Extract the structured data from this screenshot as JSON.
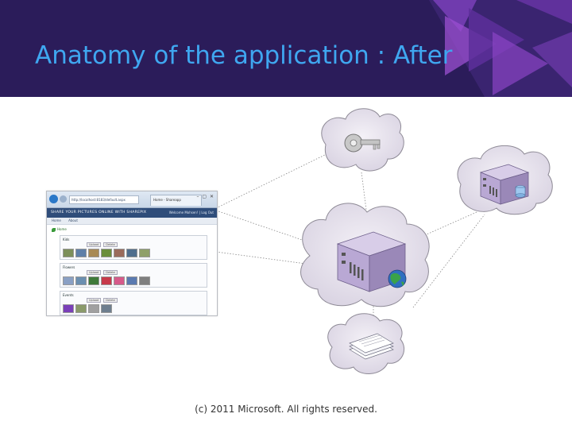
{
  "slide": {
    "title": "Anatomy of the application : After",
    "footer": "(c) 2011 Microsoft. All rights reserved."
  },
  "colors": {
    "header_bg": "#2b1c5a",
    "title": "#3fa7f0",
    "accent_triangles": [
      "#7a3fb8",
      "#9b4fd0",
      "#5d2f9a"
    ],
    "cloud_fill": "#e6e1ec",
    "cloud_stroke": "#8e8a96"
  },
  "diagram": {
    "nodes": [
      {
        "id": "key-cloud",
        "icon": "key-icon"
      },
      {
        "id": "database-server-cloud",
        "icon": "database-server-icon"
      },
      {
        "id": "web-server-cloud",
        "icon": "web-server-globe-icon"
      },
      {
        "id": "documents-cloud",
        "icon": "document-stack-icon"
      },
      {
        "id": "browser-client",
        "icon": "browser-screenshot"
      }
    ],
    "browser": {
      "url": "http://localhost:8183/default.aspx",
      "tab": "Home - Shareapp",
      "window_controls": "– ▢ ✕",
      "banner_title": "SHARE YOUR PICTURES ONLINE WITH SHAREPIX",
      "banner_user": "Welcome Mohsen! | Log Out",
      "nav_items": [
        "Home",
        "About"
      ],
      "home_label": "Home",
      "actions": [
        "Upload",
        "Delete"
      ],
      "albums": [
        {
          "title": "Kids",
          "thumb_colors": [
            "#7c8f5a",
            "#5e7fa8",
            "#a88a55",
            "#6b8f3c",
            "#9a6b5c",
            "#4f6e8e",
            "#8fa06a"
          ]
        },
        {
          "title": "Flowers",
          "thumb_colors": [
            "#8aa0c4",
            "#6b8fb0",
            "#3f7a3a",
            "#c73a4a",
            "#d65a8a",
            "#5a7ab0",
            "#7f7f7f"
          ]
        },
        {
          "title": "Events",
          "thumb_colors": [
            "#7a3fb8",
            "#8a9a6a",
            "#a0a0a0",
            "#6e7e8e"
          ]
        }
      ]
    }
  }
}
